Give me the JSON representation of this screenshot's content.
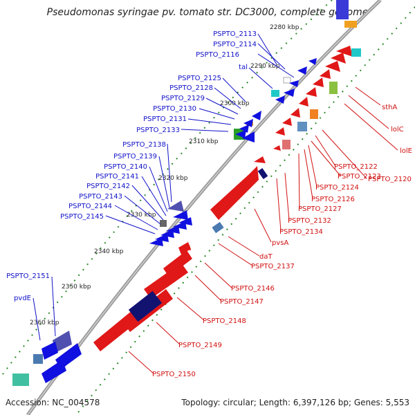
{
  "title": "Pseudomonas syringae pv. tomato str. DC3000, complete genome",
  "footer": {
    "accession": "Accession: NC_004578",
    "summary": "Topology: circular; Length: 6,397,126 bp; Genes: 5,553"
  },
  "kbp_labels": [
    "2280 kbp",
    "2290 kbp",
    "2300 kbp",
    "2310 kbp",
    "2320 kbp",
    "2330 kbp",
    "2340 kbp",
    "2350 kbp",
    "2360 kbp"
  ],
  "left_labels": [
    "PSPTO_2113",
    "PSPTO_2114",
    "PSPTO_2116",
    "tal",
    "PSPTO_2125",
    "PSPTO_2128",
    "PSPTO_2129",
    "PSPTO_2130",
    "PSPTO_2131",
    "PSPTO_2133",
    "PSPTO_2138",
    "PSPTO_2139",
    "PSPTO_2140",
    "PSPTO_2141",
    "PSPTO_2142",
    "PSPTO_2143",
    "PSPTO_2144",
    "PSPTO_2145",
    "PSPTO_2151",
    "pvdE"
  ],
  "right_labels": [
    "sthA",
    "lolC",
    "lolE",
    "PSPTO_2122",
    "PSPTO_2123",
    "PSPTO_2120",
    "PSPTO_2124",
    "PSPTO_2126",
    "PSPTO_2127",
    "PSPTO_2132",
    "PSPTO_2134",
    "pvsA",
    "daT",
    "PSPTO_2137",
    "PSPTO_2146",
    "PSPTO_2147",
    "PSPTO_2148",
    "PSPTO_2149",
    "PSPTO_2150"
  ],
  "colors": {
    "forward_gene": "#1010e0",
    "reverse_gene": "#e81010",
    "backbone": "#8a8a8a",
    "gc_dots": "#2a8a2a",
    "left_label": "#1010c8",
    "right_label": "#d01010"
  }
}
